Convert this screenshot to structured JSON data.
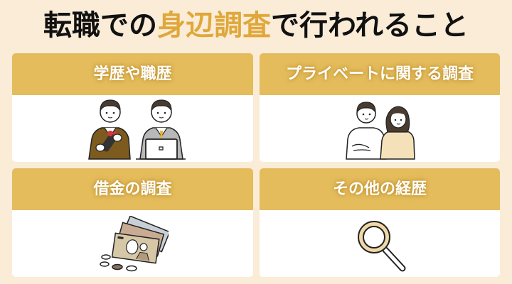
{
  "title": {
    "prefix": "転職での",
    "highlight": "身辺調査",
    "suffix": "で行われること",
    "highlight_color": "#e0a73a"
  },
  "colors": {
    "background": "#faecd7",
    "header": "#e4bc5c",
    "panel": "#ffffff"
  },
  "panels": [
    {
      "label": "学歴や職歴",
      "icon": "students-and-office-worker-icon"
    },
    {
      "label": "プライベートに関する調査",
      "icon": "couple-icon"
    },
    {
      "label": "借金の調査",
      "icon": "money-bills-and-coins-icon"
    },
    {
      "label": "その他の経歴",
      "icon": "magnifying-glass-icon"
    }
  ]
}
